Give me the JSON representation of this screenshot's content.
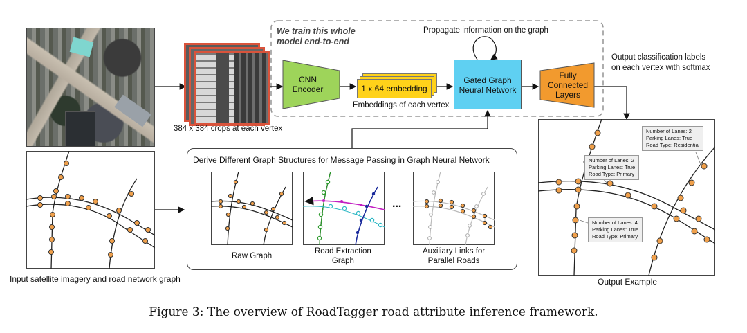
{
  "top": {
    "crops_label": "384 x 384 crops at each vertex",
    "train_note_line1": "We train this whole",
    "train_note_line2": "model end-to-end",
    "cnn_line1": "CNN",
    "cnn_line2": "Encoder",
    "embedding_label": "1 x 64 embedding",
    "embeddings_caption": "Embeddings of each vertex",
    "propagate_label": "Propagate information on the graph",
    "ggnn_line1": "Gated Graph",
    "ggnn_line2": "Neural Network",
    "fc_line1": "Fully",
    "fc_line2": "Connected",
    "fc_line3": "Layers",
    "output_line1": "Output classification labels",
    "output_line2": "on each vertex with softmax"
  },
  "middle": {
    "title": "Derive Different Graph Structures for Message Passing in Graph Neural Network",
    "raw_graph": "Raw Graph",
    "road_extraction_line1": "Road Extraction",
    "road_extraction_line2": "Graph",
    "ellipsis": "...",
    "aux_line1": "Auxiliary Links for",
    "aux_line2": "Parallel Roads"
  },
  "left": {
    "input_caption": "Input satellite imagery and road network graph"
  },
  "output_example": {
    "caption": "Output Example",
    "callout1": [
      "Number of Lanes: 2",
      "Parking Lanes: True",
      "Road Type: Residential"
    ],
    "callout2": [
      "Number of Lanes: 2",
      "Parking Lanes: True",
      "Road Type: Primary"
    ],
    "callout3": [
      "Number of Lanes: 4",
      "Parking Lanes: True",
      "Road Type: Primary"
    ]
  },
  "figure_caption": "Figure 3: The overview of RoadTagger road attribute inference framework.",
  "colors": {
    "cnn": "#9ed45a",
    "embedding": "#ffd21a",
    "ggnn": "#5fd0f2",
    "fc": "#f29a2e",
    "node": "#f0a04b",
    "crop_border": "#d9533b"
  }
}
